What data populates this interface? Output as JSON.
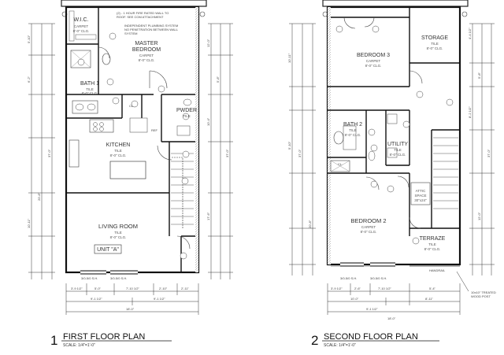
{
  "plans": [
    {
      "number": "1",
      "title": "FIRST FLOOR PLAN",
      "scale": "SCALE:   1/4\"=1'-0\"",
      "rooms": [
        {
          "name": "W.I.C.",
          "sub": [
            "CARPET",
            "8'-0\" CLG."
          ]
        },
        {
          "name": "MASTER BEDROOM",
          "sub": [
            "CARPET",
            "8'-0\" CLG."
          ]
        },
        {
          "name": "BATH 1",
          "sub": [
            "TILE",
            "8'-0\" CLG."
          ]
        },
        {
          "name": "PWDER",
          "sub": [
            "TILE"
          ]
        },
        {
          "name": "KITCHEN",
          "sub": [
            "TILE",
            "8'-0\" CLG."
          ]
        },
        {
          "name": "LIVING ROOM",
          "sub": [
            "TILE",
            "8'-0\" CLG."
          ]
        }
      ],
      "notes": {
        "plumbing": [
          "(2) - 1 HOUR FIRE RATED WALL TO",
          "ROOF. SEE COM ATTACHMENT",
          "INDEPENDENT PLUMBING SYSTEM",
          "NO PENETRATION BETWEEN WALL",
          "SYSTEM"
        ],
        "unit": "UNIT \"A\"",
        "ref": "REF",
        "cl": "CL."
      },
      "dims_bottom": [
        "3'-9 1/2\"",
        "5'-0\"",
        "7'-10 1/2\"",
        "2'-10\"",
        "2'-11\""
      ],
      "dims_bottom2": [
        "9'-1 1/2\"",
        "9'-1 1/2\""
      ],
      "dims_overall": "18'-0\"",
      "dims_left": [
        "5'-10\"",
        "6'-2\"",
        "20'-8\"",
        "10'-11\"",
        "37'-0\""
      ],
      "dims_right": [
        "12'-0\"",
        "5'-8\"",
        "10'-4\"",
        "37'-0\"",
        "17'-6\""
      ],
      "window_labels": [
        "3/0-5/0 S.H.",
        "3/0-5/0 S.H."
      ]
    },
    {
      "number": "2",
      "title": "SECOND FLOOR PLAN",
      "scale": "SCALE:   1/4\"=1'-0\"",
      "rooms": [
        {
          "name": "BEDROOM 3",
          "sub": [
            "CARPET",
            "8'-0\" CLG."
          ]
        },
        {
          "name": "STORAGE",
          "sub": [
            "TILE",
            "8'-0\" CLG."
          ]
        },
        {
          "name": "BATH 2",
          "sub": [
            "TILE",
            "8'-0\" CLG."
          ]
        },
        {
          "name": "UTILITY",
          "sub": [
            "TILE",
            "8'-0\" CLG."
          ]
        },
        {
          "name": "BEDROOM 2",
          "sub": [
            "CARPET",
            "8'-0\" CLG."
          ]
        },
        {
          "name": "TERRAZE",
          "sub": [
            "TILE",
            "8'-0\" CLG."
          ]
        }
      ],
      "notes": {
        "attic": [
          "ATTIC",
          "SPACE",
          "30\"x24\""
        ],
        "handrail": "HANDRAIL",
        "wood_post": [
          "10x10\" TREATED",
          "WOOD POST"
        ],
        "cl": "CL."
      },
      "dims_bottom": [
        "3'-9 1/2\"",
        "2'-6\"",
        "7'-10 1/2\"",
        "5'-4\""
      ],
      "dims_bottom2": [
        "10'-0\"",
        "9'-1 1/2\"",
        "8'-11\""
      ],
      "dims_overall": "18'-0\"",
      "dims_left": [
        "10'-11\"",
        "5'-10\"",
        "37'-0\"",
        "20'-8\""
      ],
      "dims_right": [
        "4'-4 1/2\"",
        "5'-8\"",
        "8'-2 1/2\"",
        "37'-0\"",
        "12'-0\""
      ],
      "window_labels": [
        "3/0-5/0 S.H.",
        "3/0-5/0 S.H."
      ]
    }
  ]
}
